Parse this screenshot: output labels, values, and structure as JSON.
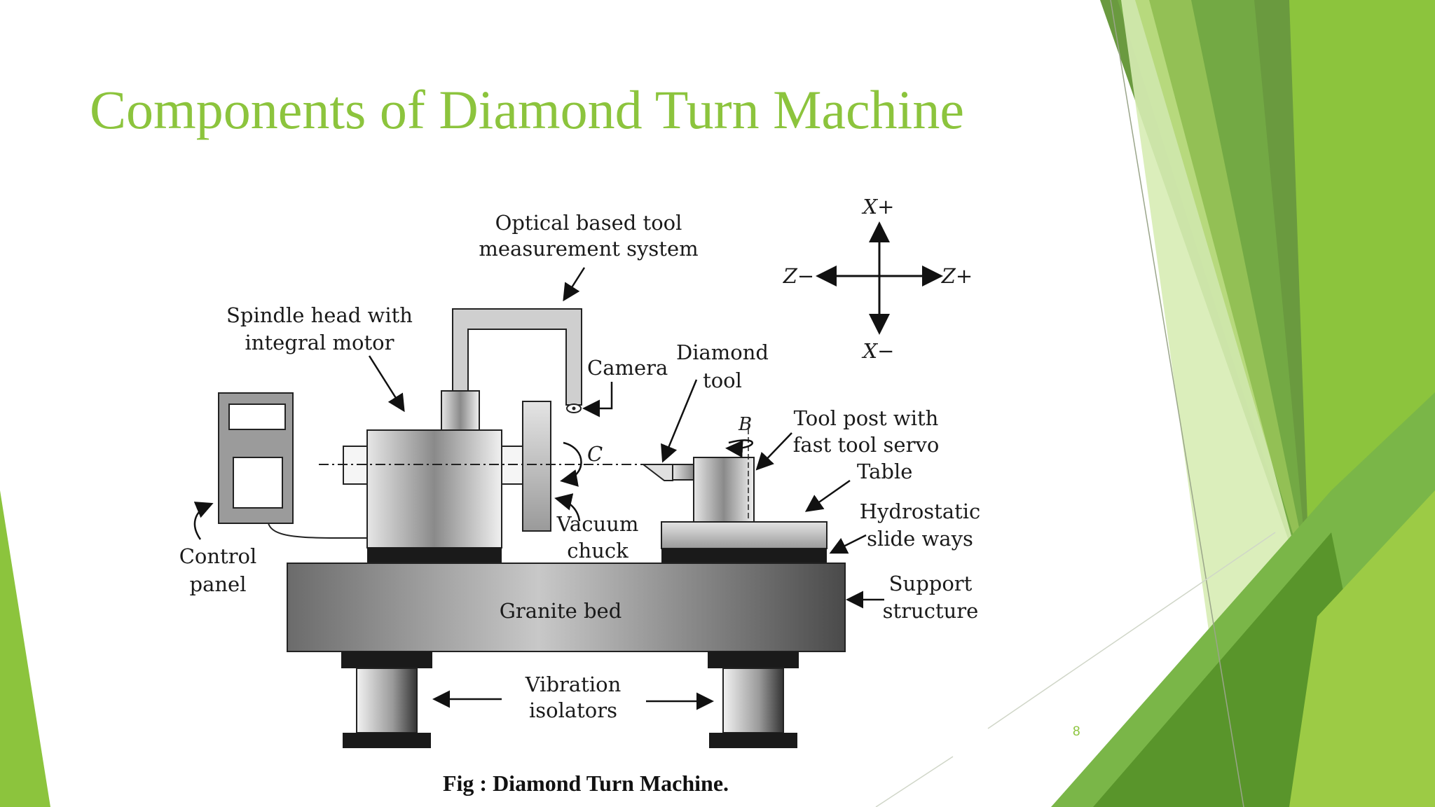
{
  "slide": {
    "title": "Components of Diamond Turn Machine",
    "page_number": "8",
    "caption": "Fig : Diamond Turn Machine.",
    "accent_colors": [
      "#8cc43d",
      "#6a9a3f",
      "#4f8a22",
      "#a8d060",
      "#d7ecb4"
    ]
  },
  "diagram": {
    "labels": {
      "optical_line1": "Optical based tool",
      "optical_line2": "measurement system",
      "spindle_line1": "Spindle head with",
      "spindle_line2": "integral motor",
      "camera": "Camera",
      "diamond_line1": "Diamond",
      "diamond_line2": "tool",
      "toolpost_line1": "Tool post with",
      "toolpost_line2": "fast tool servo",
      "table": "Table",
      "hydro_line1": "Hydrostatic",
      "hydro_line2": "slide ways",
      "support_line1": "Support",
      "support_line2": "structure",
      "control_line1": "Control",
      "control_line2": "panel",
      "vacuum_line1": "Vacuum",
      "vacuum_line2": "chuck",
      "granite": "Granite bed",
      "vibration_line1": "Vibration",
      "vibration_line2": "isolators",
      "axis_c": "C",
      "axis_b": "B",
      "x_plus": "X+",
      "x_minus": "X−",
      "z_plus": "Z+",
      "z_minus": "Z−"
    }
  }
}
